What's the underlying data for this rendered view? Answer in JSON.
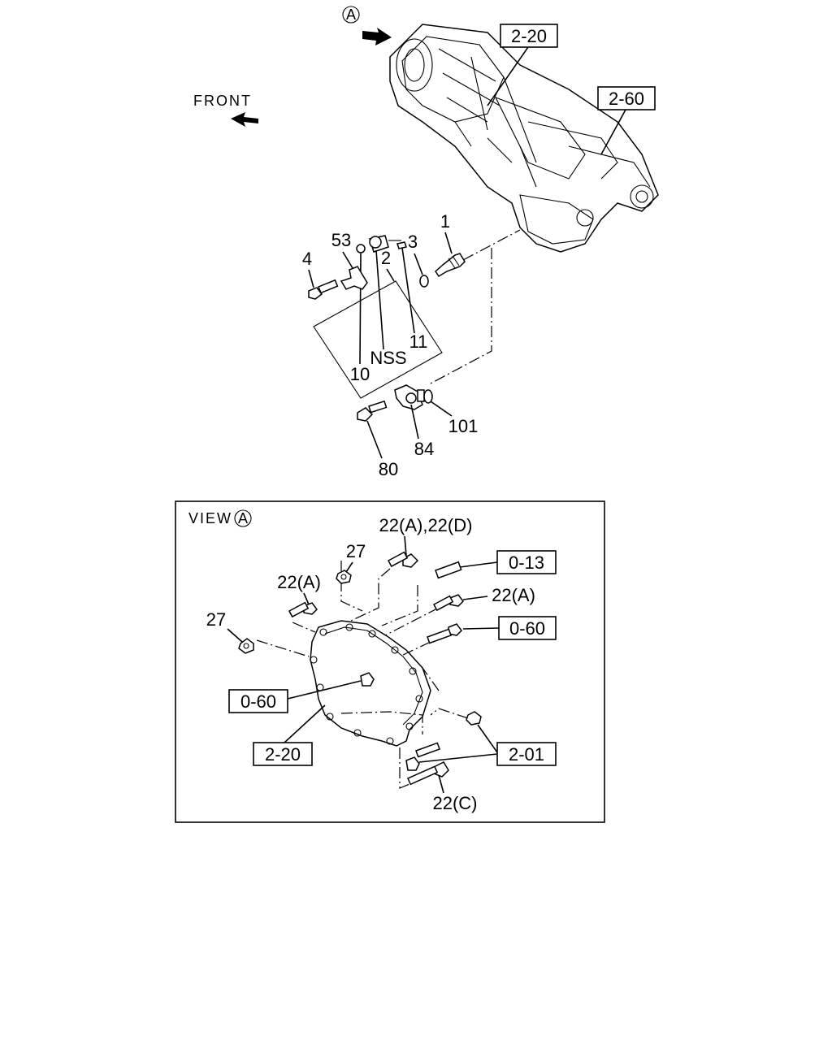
{
  "view_marker": "A",
  "front_label": "FRONT",
  "refs": {
    "transmission_ref": "2-20",
    "transfer_ref": "2-60",
    "view_0_13": "0-13",
    "view_0_60_a": "0-60",
    "view_0_60_b": "0-60",
    "view_2_20": "2-20",
    "view_2_01": "2-01"
  },
  "parts": {
    "p1": "1",
    "p2": "2",
    "p3": "3",
    "p4": "4",
    "p53": "53",
    "p11": "11",
    "nss": "NSS",
    "p10": "10",
    "p101": "101",
    "p84": "84",
    "p80": "80"
  },
  "view": {
    "title": "VIEW",
    "marker": "A",
    "l_22ad": "22(A),22(D)",
    "l_27_top": "27",
    "l_22a_left": "22(A)",
    "l_22a_right": "22(A)",
    "l_27_left": "27",
    "l_22c": "22(C)"
  }
}
